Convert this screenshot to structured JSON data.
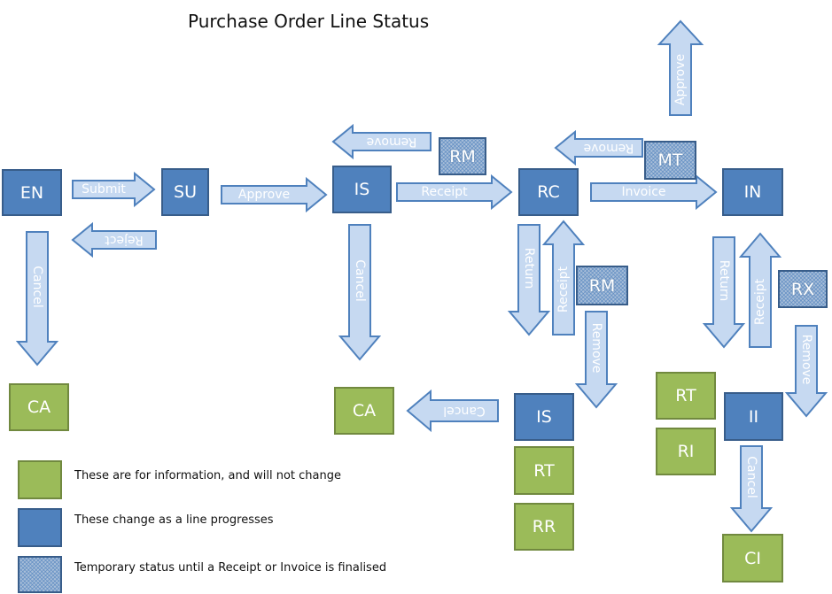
{
  "title": "Purchase Order Line Status",
  "colors": {
    "blue_status": "#4f81bd",
    "green_status": "#9bbb59",
    "arrow_fill": "#c6d9f1",
    "arrow_stroke": "#4f81bd"
  },
  "statuses": {
    "en": "EN",
    "su": "SU",
    "is": "IS",
    "rc": "RC",
    "in": "IN",
    "ca_left": "CA",
    "ca_mid": "CA",
    "is_lower": "IS",
    "rt_mid": "RT",
    "rr": "RR",
    "rt_right": "RT",
    "ri": "RI",
    "ii": "II",
    "ci": "CI"
  },
  "temp_statuses": {
    "rm_top": "RM",
    "mt": "MT",
    "rm_mid": "RM",
    "rx": "RX"
  },
  "arrows": {
    "submit": "Submit",
    "reject": "Reject",
    "approve_su": "Approve",
    "receipt_is": "Receipt",
    "invoice": "Invoice",
    "approve_up": "Approve",
    "remove_is": "Remove",
    "remove_rc": "Remove",
    "cancel_en": "Cancel",
    "cancel_is": "Cancel",
    "return_rc": "Return",
    "receipt_rc": "Receipt",
    "remove_rm": "Remove",
    "cancel_lower": "Cancel",
    "return_in": "Return",
    "receipt_in": "Receipt",
    "remove_rx": "Remove",
    "cancel_ii": "Cancel"
  },
  "legend": {
    "green": "These are for information, and will not change",
    "blue": "These change as a line progresses",
    "temp": "Temporary status until a  Receipt or Invoice is finalised"
  }
}
